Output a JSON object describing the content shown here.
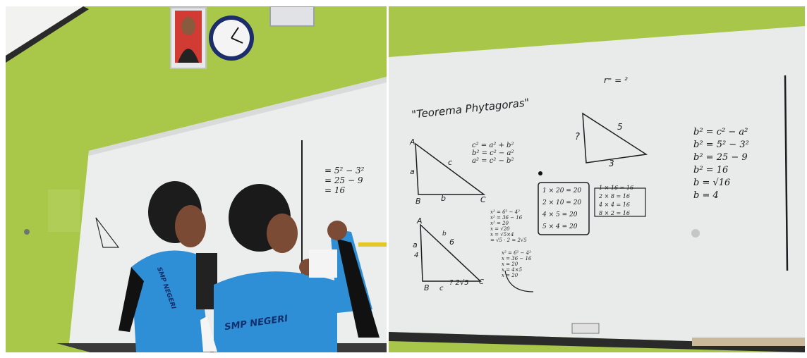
{
  "image": {
    "left_panel": {
      "board_lines": [
        "= 5² − 3²",
        "= 25 − 9",
        "= 16"
      ],
      "shirt_text_1": "SMP NEGERI",
      "shirt_text_2": "SMP NEGERI"
    },
    "right_panel": {
      "title": "\"Teorema Phytagoras\"",
      "small_mark": "r⁼ = ²",
      "tri1_labels": {
        "a": "a",
        "b": "b",
        "c": "c",
        "A": "A",
        "B": "B",
        "C": "C"
      },
      "formulas_1": [
        "c² = a² + b²",
        "b² = c² − a²",
        "a² = c² − b²"
      ],
      "tri2_labels": {
        "a": "a",
        "b": "b",
        "c": "c",
        "A": "A",
        "B": "B",
        "C": "C",
        "four": "4",
        "six": "6",
        "q": "? 2√5"
      },
      "work_1": [
        "x² = 6² − 4²",
        "x² = 36 − 16",
        "x² = 20",
        "x = √20",
        "x = √5×4",
        "= √5 · 2 = 2√5"
      ],
      "work_2": [
        "x² = 6² − 4²",
        "x = 36 − 16",
        "x = 20",
        "x = 4×5",
        "x = 20"
      ],
      "box_1": [
        "1 × 20 = 20",
        "2 × 10 = 20",
        "4 × 5 = 20",
        "5 × 4 = 20"
      ],
      "box_2": [
        "1 × 16 = 16",
        "2 × 8 = 16",
        "4 × 4 = 16",
        "8 × 2 = 16"
      ],
      "tri3_labels": {
        "q": "?",
        "five": "5",
        "three": "3"
      },
      "work_3": [
        "b² = c² − a²",
        "b² = 5² − 3²",
        "b² = 25 − 9",
        "b² = 16",
        "b = √16",
        "b = 4"
      ]
    },
    "colors": {
      "wall": "#a9c84a",
      "board": "#eceeed",
      "shirt": "#2f8fd6",
      "ink": "#1e1e22"
    }
  }
}
